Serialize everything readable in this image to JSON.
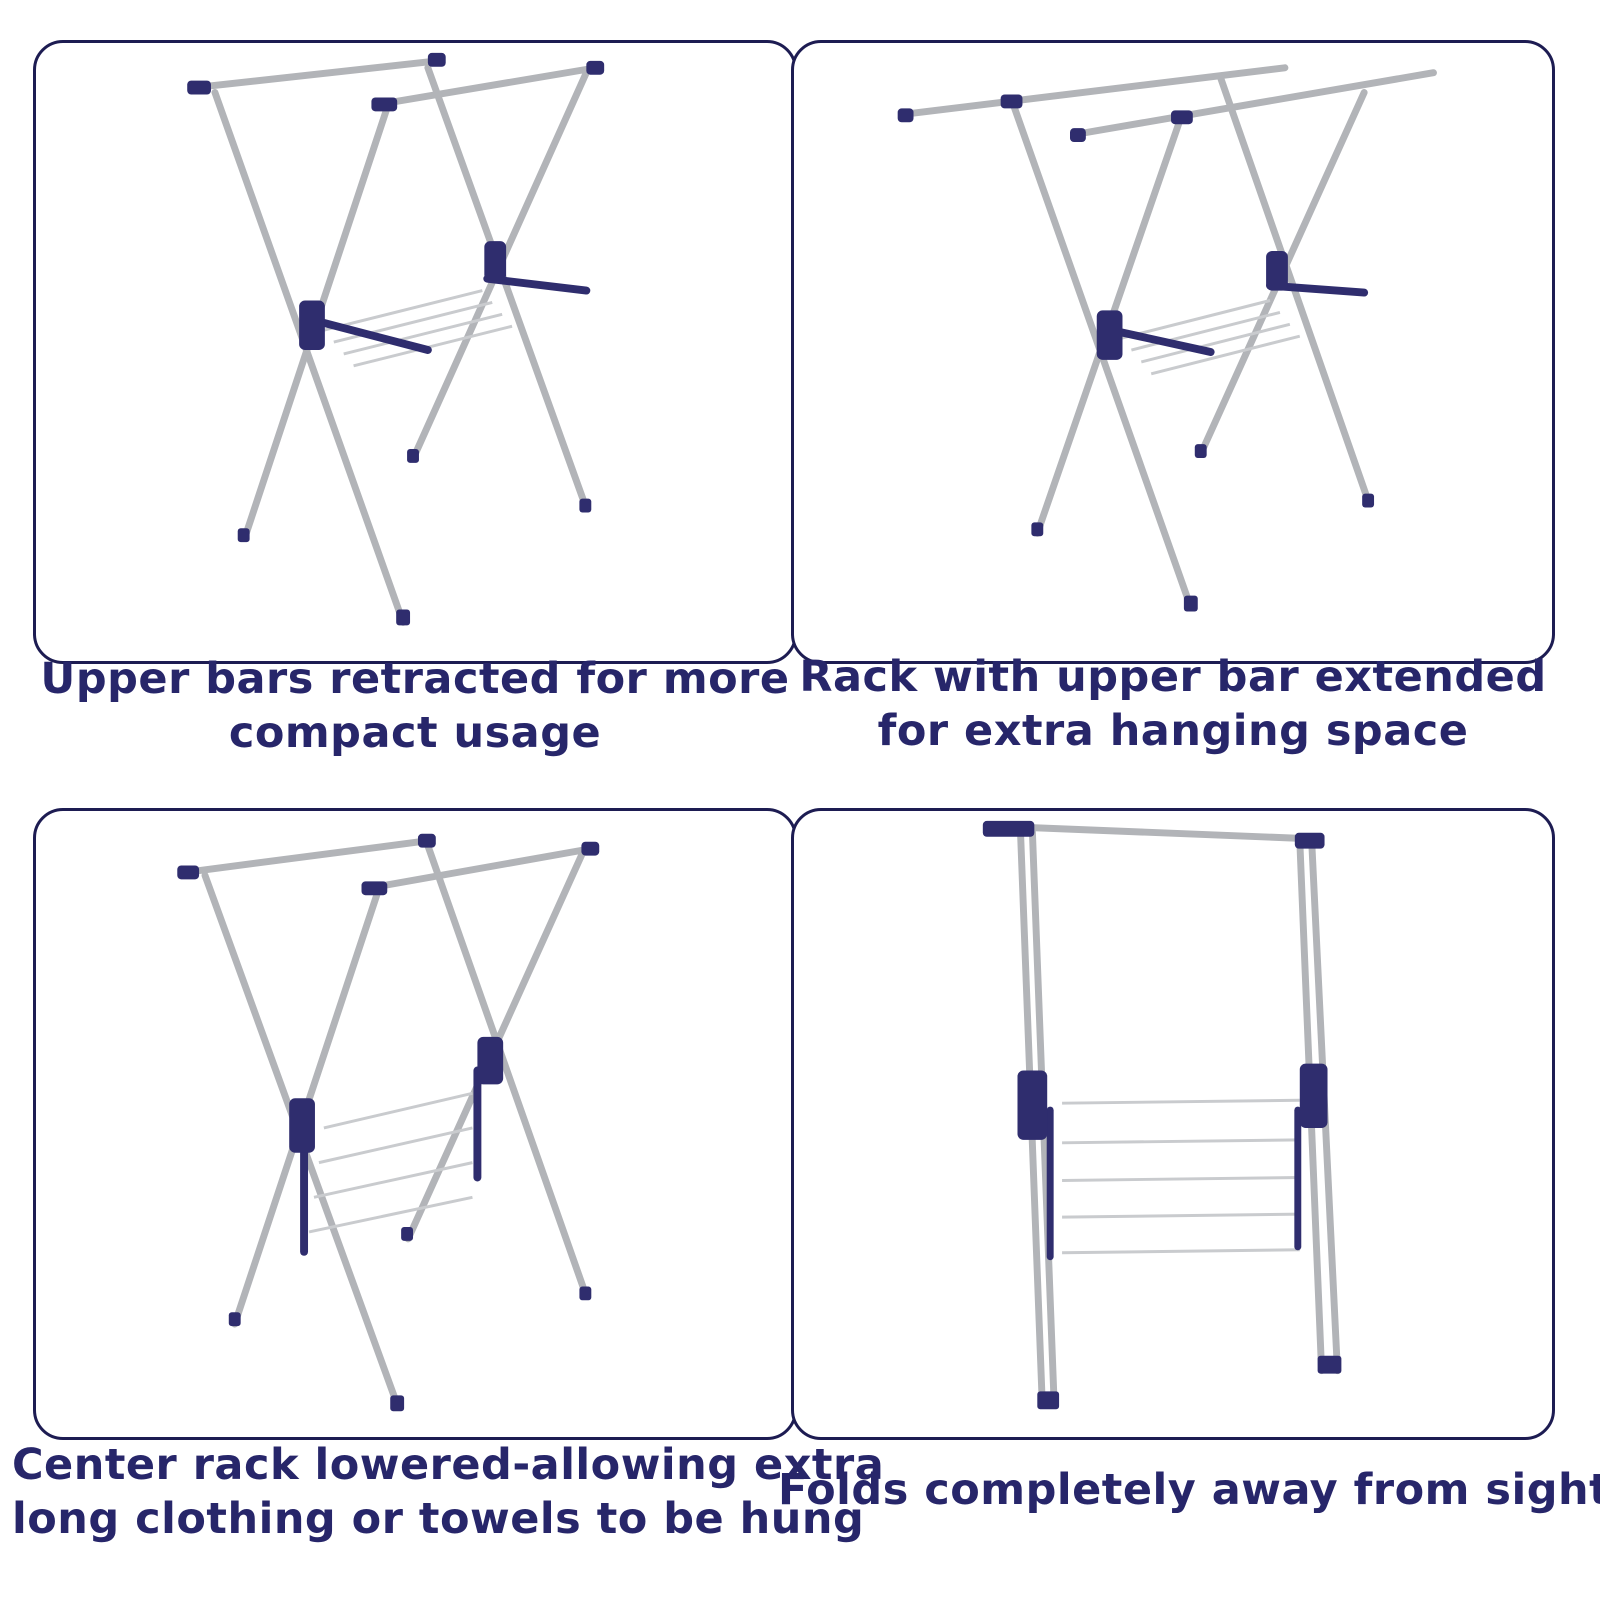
{
  "colors": {
    "border": "#1d1c52",
    "caption_text": "#27266a",
    "rack_joint": "#2f2d6e",
    "rack_steel": "#b4b6ba"
  },
  "panels": [
    {
      "caption_lines": [
        "Upper bars retracted for more",
        "compact usage"
      ]
    },
    {
      "caption_lines": [
        "Rack with upper bar extended",
        "for extra hanging space"
      ]
    },
    {
      "caption_lines": [
        "Center rack lowered-allowing extra",
        "long clothing or towels to be hung"
      ]
    },
    {
      "caption_lines": [
        "Folds completely away from sight"
      ]
    }
  ]
}
